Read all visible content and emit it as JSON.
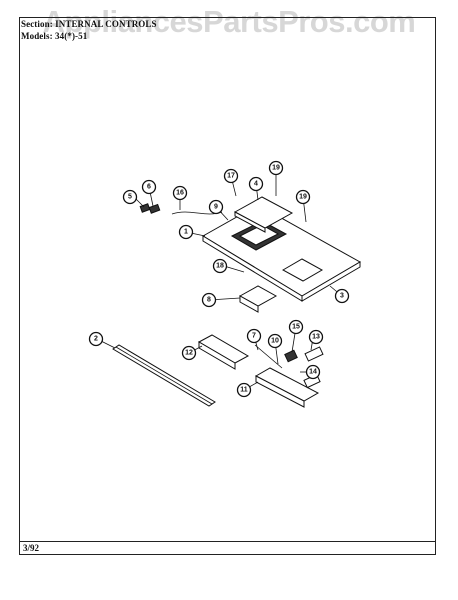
{
  "watermark": "AppliancesPartsPros.com",
  "header": {
    "section": "Section: INTERNAL CONTROLS",
    "models": "Models: 34(*)-51"
  },
  "footer": {
    "date": "3/92"
  },
  "callouts": [
    "1",
    "2",
    "3",
    "4",
    "5",
    "6",
    "7",
    "8",
    "9",
    "10",
    "11",
    "12",
    "13",
    "14",
    "15",
    "16",
    "17",
    "18",
    "19"
  ]
}
